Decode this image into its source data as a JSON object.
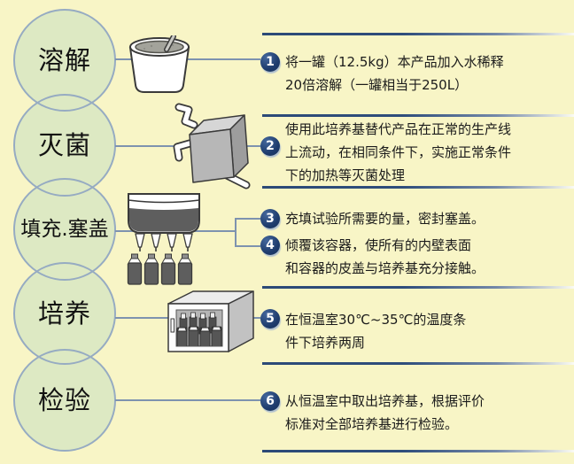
{
  "colors": {
    "background": "#f8f5c6",
    "circle_fill": "#dde9c3",
    "circle_border": "#96abc2",
    "connector_line": "#7e93af",
    "badge_navy": "#1d3b6c",
    "divider_navy": "#2c4a77",
    "text": "#1b1b1b"
  },
  "process": {
    "stages": [
      {
        "label": "溶解",
        "icon": "mixing-cup"
      },
      {
        "label": "灭菌",
        "icon": "sterilizer"
      },
      {
        "label": "填充.塞盖",
        "icon": "filling-machine"
      },
      {
        "label": "培养",
        "icon": "incubator"
      },
      {
        "label": "检验",
        "icon": ""
      }
    ],
    "instructions": [
      {
        "num": "1",
        "lines": [
          "将一罐（12.5kg）本产品加入水稀释",
          "20倍溶解（一罐相当于250L）"
        ]
      },
      {
        "num": "2",
        "lines": [
          "使用此培养基替代产品在正常的生产线",
          "上流动，在相同条件下，实施正常条件",
          "下的加热等灭菌处理"
        ]
      },
      {
        "num": "3",
        "lines": [
          "充填试验所需要的量，密封塞盖。"
        ]
      },
      {
        "num": "4",
        "lines": [
          "倾覆该容器，使所有的内壁表面",
          "和容器的皮盖与培养基充分接触。"
        ]
      },
      {
        "num": "5",
        "lines": [
          "在恒温室30℃~35℃的温度条",
          "件下培养两周"
        ]
      },
      {
        "num": "6",
        "lines": [
          "从恒温室中取出培养基，根据评价",
          "标准对全部培养基进行检验。"
        ]
      }
    ]
  }
}
